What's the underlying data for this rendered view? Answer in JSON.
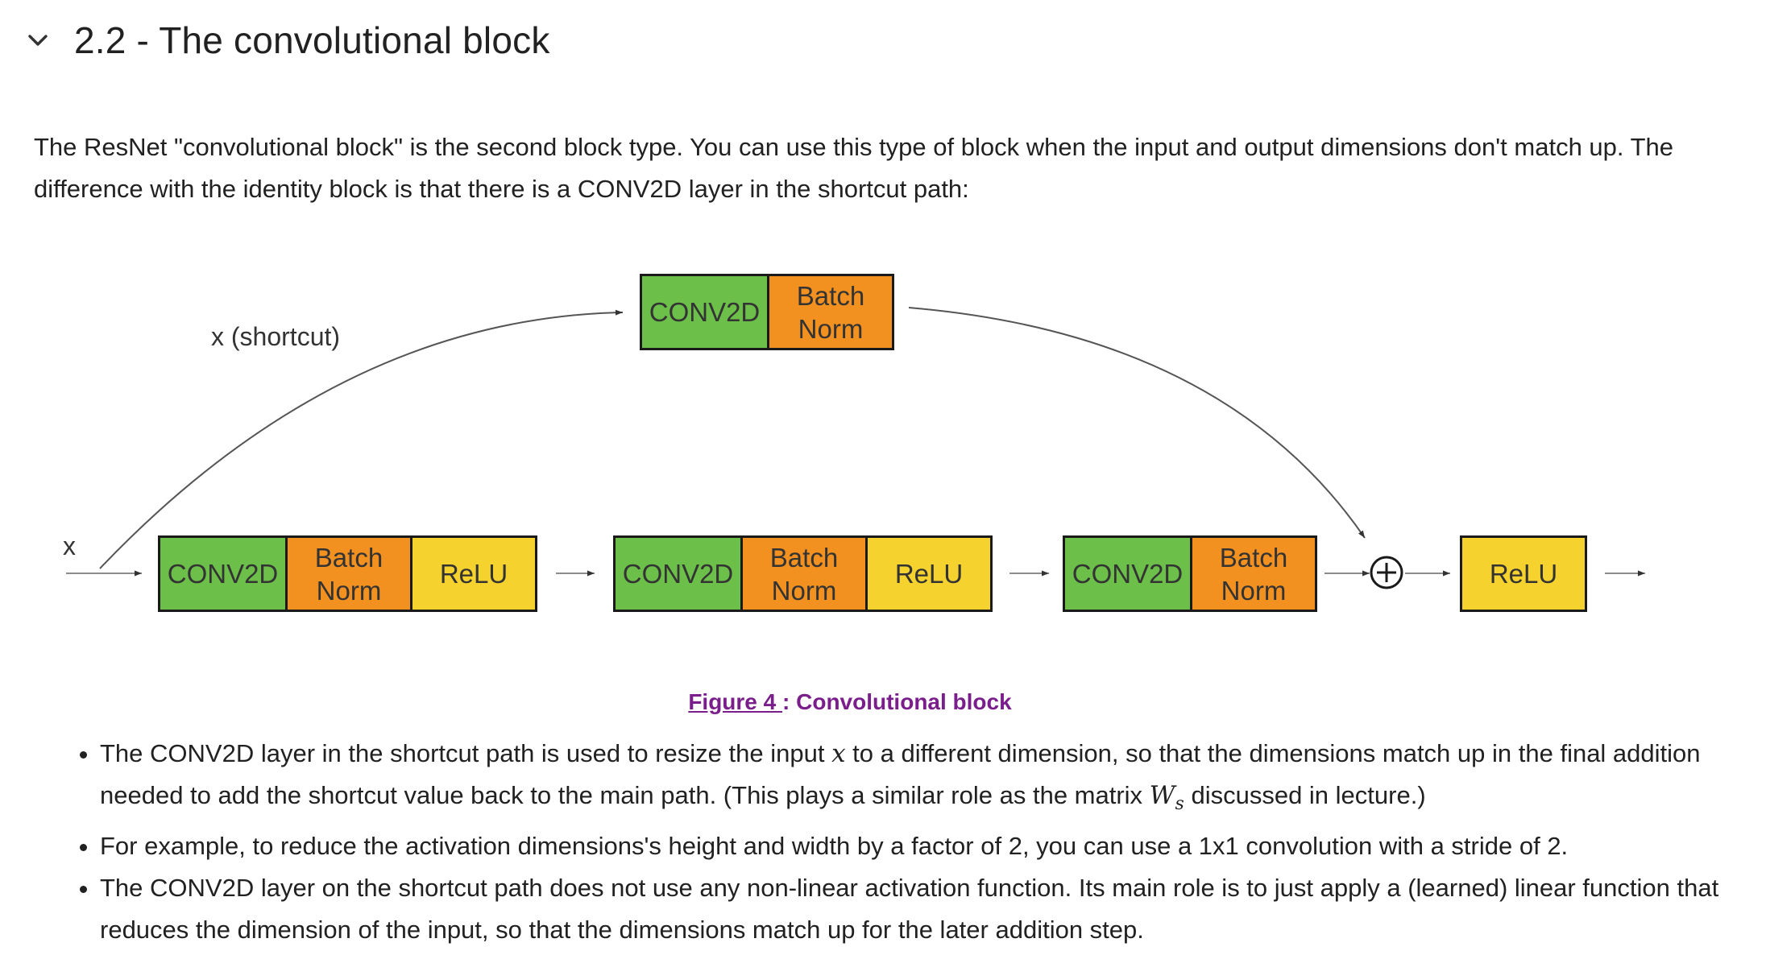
{
  "section": {
    "title": "2.2 - The convolutional block",
    "intro": "The ResNet \"convolutional block\" is the second block type. You can use this type of block when the input and output dimensions don't match up. The difference with the identity block is that there is a CONV2D layer in the shortcut path:"
  },
  "diagram": {
    "input_label": "x",
    "shortcut_label": "x (shortcut)",
    "add_symbol": "+",
    "blocks": {
      "shortcut_conv": "CONV2D",
      "shortcut_bn": "Batch Norm",
      "conv1": "CONV2D",
      "bn1": "Batch Norm",
      "relu1": "ReLU",
      "conv2": "CONV2D",
      "bn2": "Batch Norm",
      "relu2": "ReLU",
      "conv3": "CONV2D",
      "bn3": "Batch Norm",
      "relu_final": "ReLU"
    }
  },
  "caption": {
    "link": "Figure 4 ",
    "sep": ": ",
    "text": "Convolutional block"
  },
  "bullets": {
    "b1_part1": "The CONV2D layer in the shortcut path is used to resize the input ",
    "b1_math": "x",
    "b1_part2": " to a different dimension, so that the dimensions match up in the final addition needed to add the shortcut value back to the main path. (This plays a similar role as the matrix ",
    "b1_math2": "W",
    "b1_math2_sub": "s",
    "b1_part3": " discussed in lecture.)",
    "b2": "For example, to reduce the activation dimensions's height and width by a factor of 2, you can use a 1x1 convolution with a stride of 2.",
    "b3": "The CONV2D layer on the shortcut path does not use any non-linear activation function. Its main role is to just apply a (learned) linear function that reduces the dimension of the input, so that the dimensions match up for the later addition step."
  },
  "colors": {
    "conv": "#6cc04a",
    "batchnorm": "#f39120",
    "relu": "#f5d22d",
    "caption": "#7a1e8c"
  }
}
